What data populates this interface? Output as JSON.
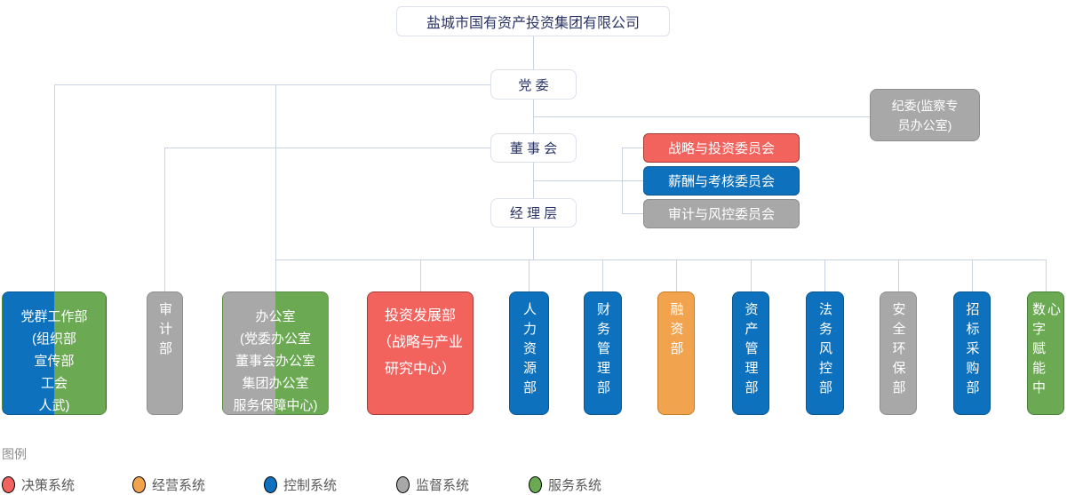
{
  "header": {
    "title": "盐城市国有资产投资集团有限公司"
  },
  "governance": {
    "party": "党 委",
    "board": "董 事 会",
    "management": "经 理 层",
    "discipline": "纪委(监察专\n员办公室)"
  },
  "committees": [
    {
      "label": "战略与投资委员会",
      "system": "decision"
    },
    {
      "label": "薪酬与考核委员会",
      "system": "control"
    },
    {
      "label": "审计与风控委员会",
      "system": "supervision"
    }
  ],
  "departments": [
    {
      "label": "党群工作部\n(组织部\n宣传部\n工会\n人武)",
      "systems": [
        "control",
        "service"
      ]
    },
    {
      "label": "审计部",
      "systems": [
        "supervision"
      ]
    },
    {
      "label": "办公室\n(党委办公室\n董事会办公室\n集团办公室\n服务保障中心)",
      "systems": [
        "supervision",
        "service"
      ]
    },
    {
      "label": "投资发展部\n（战略与产业\n研究中心）",
      "systems": [
        "decision"
      ]
    },
    {
      "label": "人力资源部",
      "systems": [
        "control"
      ]
    },
    {
      "label": "财务管理部",
      "systems": [
        "control"
      ]
    },
    {
      "label": "融资部",
      "systems": [
        "operation"
      ]
    },
    {
      "label": "资产管理部",
      "systems": [
        "control"
      ]
    },
    {
      "label": "法务风控部",
      "systems": [
        "control"
      ]
    },
    {
      "label": "安全环保部",
      "systems": [
        "supervision"
      ]
    },
    {
      "label": "招标采购部",
      "systems": [
        "control"
      ]
    },
    {
      "label": "数字赋能中心",
      "systems": [
        "service"
      ]
    }
  ],
  "legend": {
    "title": "图例",
    "items": [
      {
        "label": "决策系统",
        "color": "#F2635E"
      },
      {
        "label": "经营系统",
        "color": "#F2A34E"
      },
      {
        "label": "控制系统",
        "color": "#0E71BD"
      },
      {
        "label": "监督系统",
        "color": "#A8A8A8"
      },
      {
        "label": "服务系统",
        "color": "#6BA953"
      }
    ]
  },
  "colors": {
    "decision": "#F2635E",
    "operation": "#F2A34E",
    "control": "#0E71BD",
    "supervision": "#A8A8A8",
    "service": "#6BA953",
    "connector": "#C9D3E2",
    "node_text": "#2B3467"
  }
}
